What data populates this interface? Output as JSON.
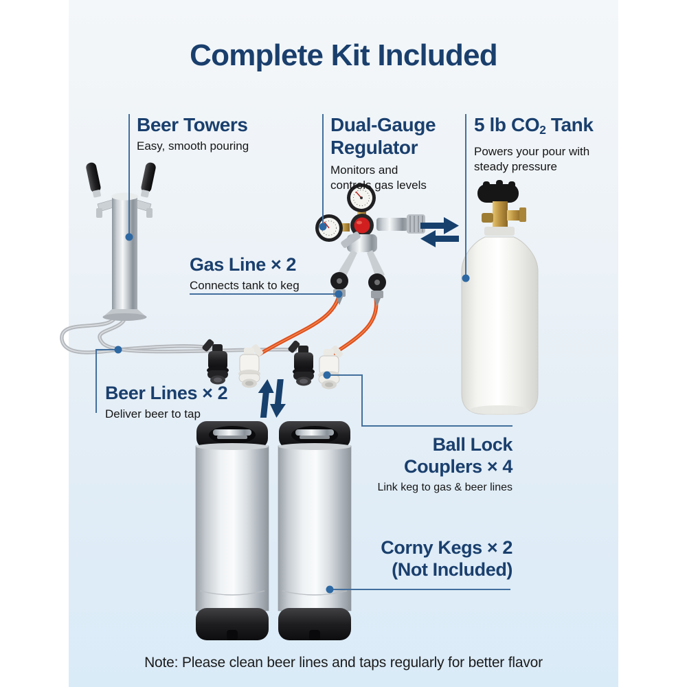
{
  "title": "Complete Kit Included",
  "sections": {
    "beer_towers": {
      "title": "Beer Towers",
      "desc": "Easy, smooth pouring"
    },
    "regulator": {
      "title_line1": "Dual-Gauge",
      "title_line2": "Regulator",
      "desc_line1": "Monitors and",
      "desc_line2": "controls gas levels"
    },
    "co2_tank": {
      "title_prefix": "5 lb CO",
      "title_subscript": "2",
      "title_suffix": " Tank",
      "desc_line1": "Powers your pour with",
      "desc_line2": "steady pressure"
    },
    "gas_line": {
      "title": "Gas Line × 2",
      "desc": "Connects tank to keg"
    },
    "beer_lines": {
      "title": "Beer Lines × 2",
      "desc": "Deliver beer to tap"
    },
    "ball_lock": {
      "title_line1": "Ball Lock",
      "title_line2": "Couplers × 4",
      "desc": "Link keg to gas & beer lines"
    },
    "corny_kegs": {
      "title_line1": "Corny Kegs × 2",
      "title_line2": "(Not Included)"
    }
  },
  "note": "Note: Please clean beer lines and taps regularly for better flavor",
  "icons": {
    "swap_arrows": "⇄",
    "updown_arrows": "⇅"
  },
  "colors": {
    "heading_navy": "#1a3f6d",
    "body_text": "#151515",
    "connector_blue": "#426f9d",
    "dot_blue": "#2d68a3",
    "gas_line_orange": "#df4f1c",
    "beer_line_gray": "#b4b8bd",
    "bg_top": "#f4f7f9",
    "bg_bottom": "#daebf8",
    "page_margin": "#ffffff"
  }
}
